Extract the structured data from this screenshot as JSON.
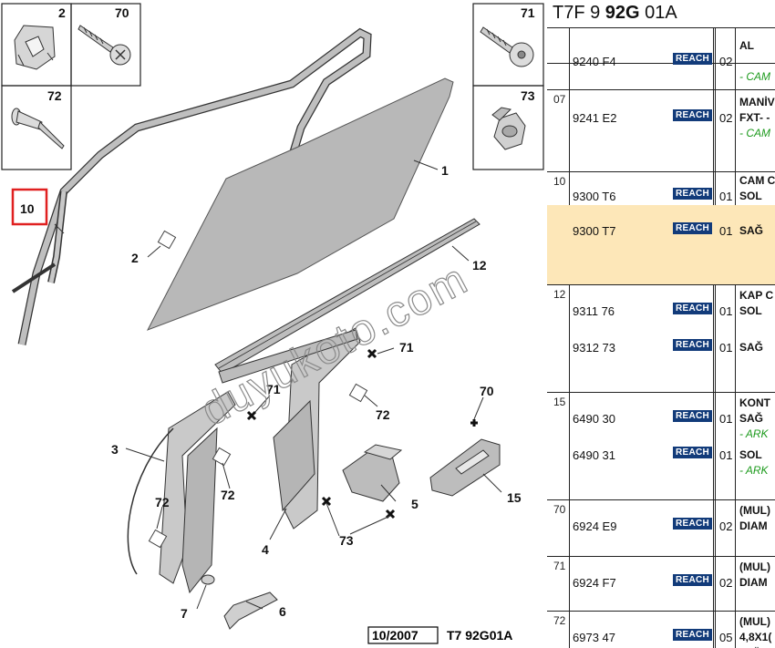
{
  "diagram": {
    "callouts": {
      "c1": "1",
      "c2": "2",
      "c3": "3",
      "c4": "4",
      "c5": "5",
      "c6": "6",
      "c7": "7",
      "c10": "10",
      "c12": "12",
      "c15": "15",
      "c70": "70",
      "c71a": "71",
      "c71b": "71",
      "c72a": "72",
      "c72b": "72",
      "c72c": "72",
      "c73": "73"
    },
    "thumbnails": {
      "t2": "2",
      "t70": "70",
      "t72": "72",
      "t71": "71",
      "t73": "73"
    },
    "watermark": "duyukoto.com",
    "footer": {
      "date": "10/2007",
      "code": "T7 92G01A"
    }
  },
  "panel": {
    "title_pre": "T7F 9 ",
    "title_bold": "92G",
    "title_post": " 01A",
    "groups": [
      {
        "no": "",
        "rows": [
          {
            "ref": "9240 F4",
            "qty": "02",
            "d1": "AL",
            "d2": "",
            "note": "- CAM"
          }
        ]
      },
      {
        "no": "07",
        "rows": [
          {
            "ref": "9241 E2",
            "qty": "02",
            "d1": "MANİV",
            "d2": "FXT- -",
            "note": "- CAM"
          }
        ]
      },
      {
        "no": "10",
        "rows": [
          {
            "ref": "9300 T6",
            "qty": "01",
            "d1": "CAM C",
            "d2": "SOL",
            "note": ""
          },
          {
            "ref": "9300 T7",
            "qty": "01",
            "d1": "",
            "d2": "SAĞ",
            "note": ""
          }
        ]
      },
      {
        "no": "12",
        "rows": [
          {
            "ref": "9311 76",
            "qty": "01",
            "d1": "KAP C",
            "d2": "SOL",
            "note": ""
          },
          {
            "ref": "9312 73",
            "qty": "01",
            "d1": "",
            "d2": "SAĞ",
            "note": ""
          }
        ]
      },
      {
        "no": "15",
        "rows": [
          {
            "ref": "6490 30",
            "qty": "01",
            "d1": "KONT",
            "d2": "SAĞ",
            "note": "- ARK"
          },
          {
            "ref": "6490 31",
            "qty": "01",
            "d1": "",
            "d2": "SOL",
            "note": "- ARK"
          }
        ]
      },
      {
        "no": "70",
        "rows": [
          {
            "ref": "6924 E9",
            "qty": "02",
            "d1": "(MUL)",
            "d2": "DIAM",
            "note": ""
          }
        ]
      },
      {
        "no": "71",
        "rows": [
          {
            "ref": "6924 F7",
            "qty": "02",
            "d1": "(MUL)",
            "d2": "DIAM",
            "note": ""
          }
        ]
      },
      {
        "no": "72",
        "rows": [
          {
            "ref": "6973 47",
            "qty": "05",
            "d1": "(MUL)",
            "d2": "4,8X1(",
            "d3": "ALÜM"
          }
        ]
      }
    ],
    "reach_label": "REACH",
    "highlight_color": "#fde7b8",
    "reach_color": "#123b7a",
    "note_color": "#1c9a1c",
    "selection_color": "#e02020"
  }
}
